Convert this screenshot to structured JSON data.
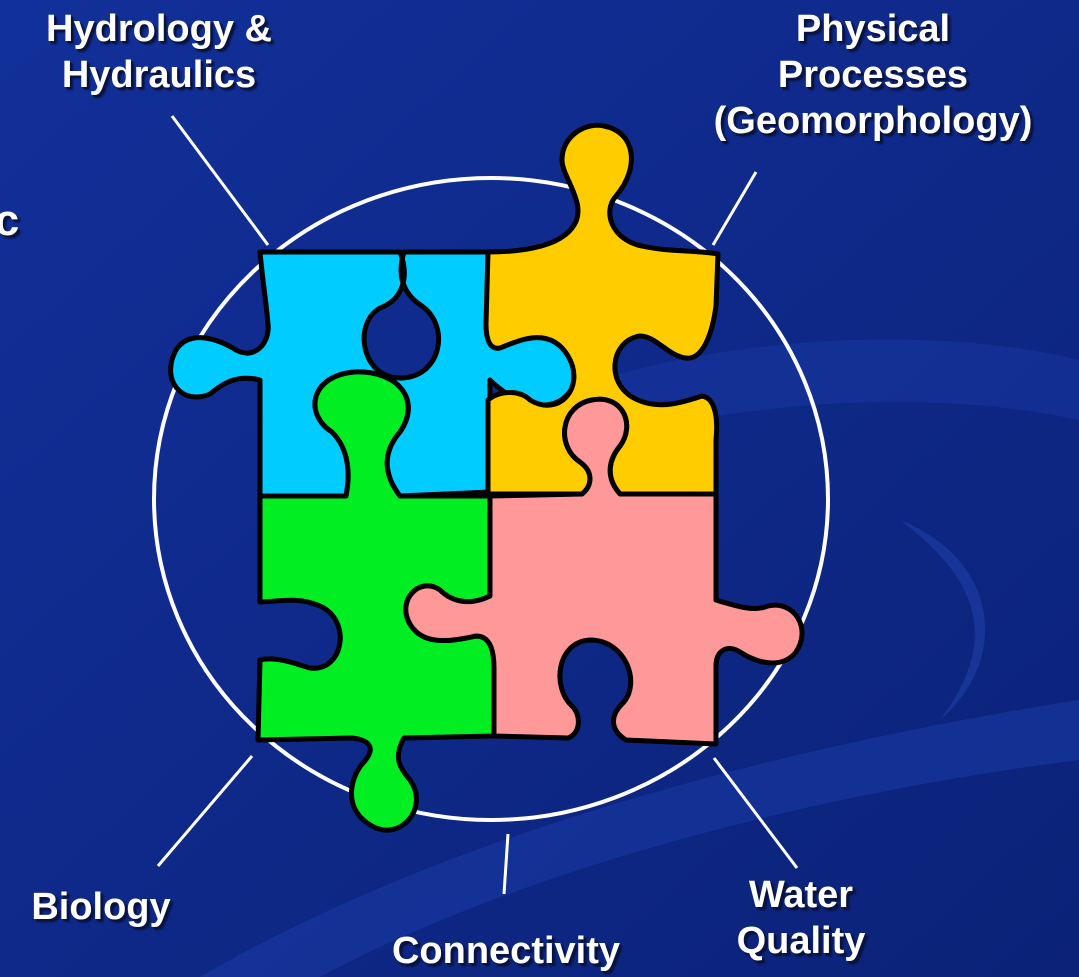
{
  "labels": {
    "hydrology": {
      "line1": "Hydrology &",
      "line2": "Hydraulics"
    },
    "physical": {
      "line1": "Physical",
      "line2": "Processes",
      "line3": "(Geomorphology)"
    },
    "biology": "Biology",
    "connectivity": "Connectivity",
    "water_quality": {
      "line1": "Water",
      "line2": "Quality"
    },
    "cut_off_letter": "c"
  },
  "colors": {
    "background": "#0f2a8a",
    "hydrology_piece": "#00ccff",
    "physical_piece": "#ffcc00",
    "biology_piece": "#00ee22",
    "water_quality_piece": "#ff9999",
    "outline": "#000000",
    "ring": "#ffffff"
  }
}
